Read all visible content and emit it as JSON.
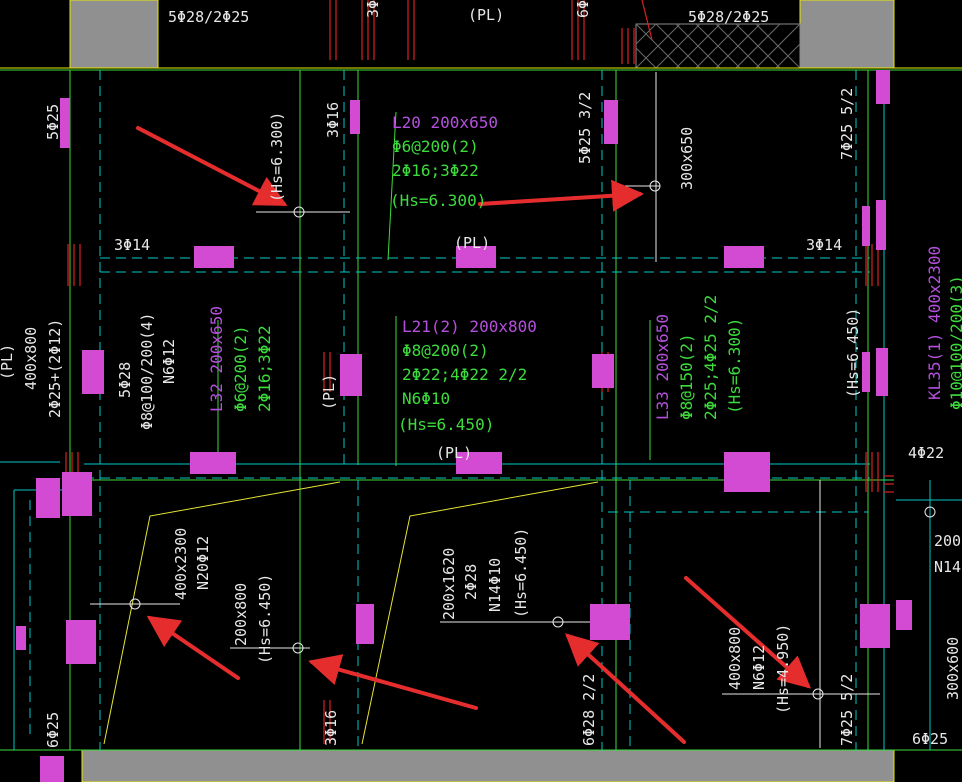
{
  "colors": {
    "background": "#000000",
    "beam_outline": "#00c8c8",
    "text_white": "#e8e8e8",
    "text_green": "#3cdc3c",
    "text_magenta": "#d24bd2",
    "text_purple": "#b450dc",
    "rebar_red": "#dc2020",
    "column_fill": "#909090",
    "column_edge": "#e8e800",
    "leader_yellow": "#e6e632",
    "arrow_red": "#e62d2d"
  },
  "top": {
    "label_left": "5Φ28/2Φ25",
    "label_pl": "(PL)",
    "label_right": "5Φ28/2Φ25",
    "frag_a": "3Φ1",
    "frag_b": "6Φ"
  },
  "labels": {
    "l1": "5Φ25",
    "l2": "3Φ16",
    "l3": "(Hs=6.300)",
    "l4": "5Φ25 3/2",
    "l5": "300x650",
    "l6": "7Φ25 5/2",
    "l7": "3Φ14",
    "l8": "(PL)",
    "l9": "3Φ14",
    "l10": "(PL)",
    "l11": "400x800",
    "l12": "2Φ25+(2Φ12)",
    "l13": "5Φ28",
    "l14": "Φ8@100/200(4)",
    "l15": "N6Φ12",
    "l16": "(PL)",
    "l17": "(PL)",
    "l18": "(Hs=6.450)",
    "l19": "4Φ22",
    "l20": "400x2300",
    "l21": "N20Φ12",
    "l22": "200x800",
    "l23": "(Hs=6.450)",
    "l24": "200x1620",
    "l25": "2Φ28",
    "l26": "N14Φ10",
    "l27": "(Hs=6.450)",
    "l28": "400x800",
    "l29": "N6Φ12",
    "l30": "(Hs=4.950)",
    "l31": "6Φ25",
    "l32": "3Φ16",
    "l33": "6Φ28 2/2",
    "l34": "7Φ25 5/2",
    "l35": "6Φ25",
    "l36": "200",
    "l37": "N14",
    "l38": "300x600"
  },
  "beam_l20": {
    "line1": "L20 200x650",
    "line2": "Φ6@200(2)",
    "line3": "2Φ16;3Φ22",
    "line4": "(Hs=6.300)"
  },
  "beam_l21": {
    "line1": "L21(2) 200x800",
    "line2": "Φ8@200(2)",
    "line3": "2Φ22;4Φ22 2/2",
    "line4": "N6Φ10",
    "line5": "(Hs=6.450)"
  },
  "beam_l32": {
    "line1": "L32 200x650",
    "line2": "Φ6@200(2)",
    "line3": "2Φ16;3Φ22"
  },
  "beam_l33": {
    "line1": "L33 200x650",
    "line2": "Φ8@150(2)",
    "line3": "2Φ25;4Φ25 2/2",
    "line4": "(Hs=6.300)"
  },
  "beam_kl35": {
    "line1": "KL35(1) 400x2300",
    "line2": "Φ10@100/200(3)"
  }
}
